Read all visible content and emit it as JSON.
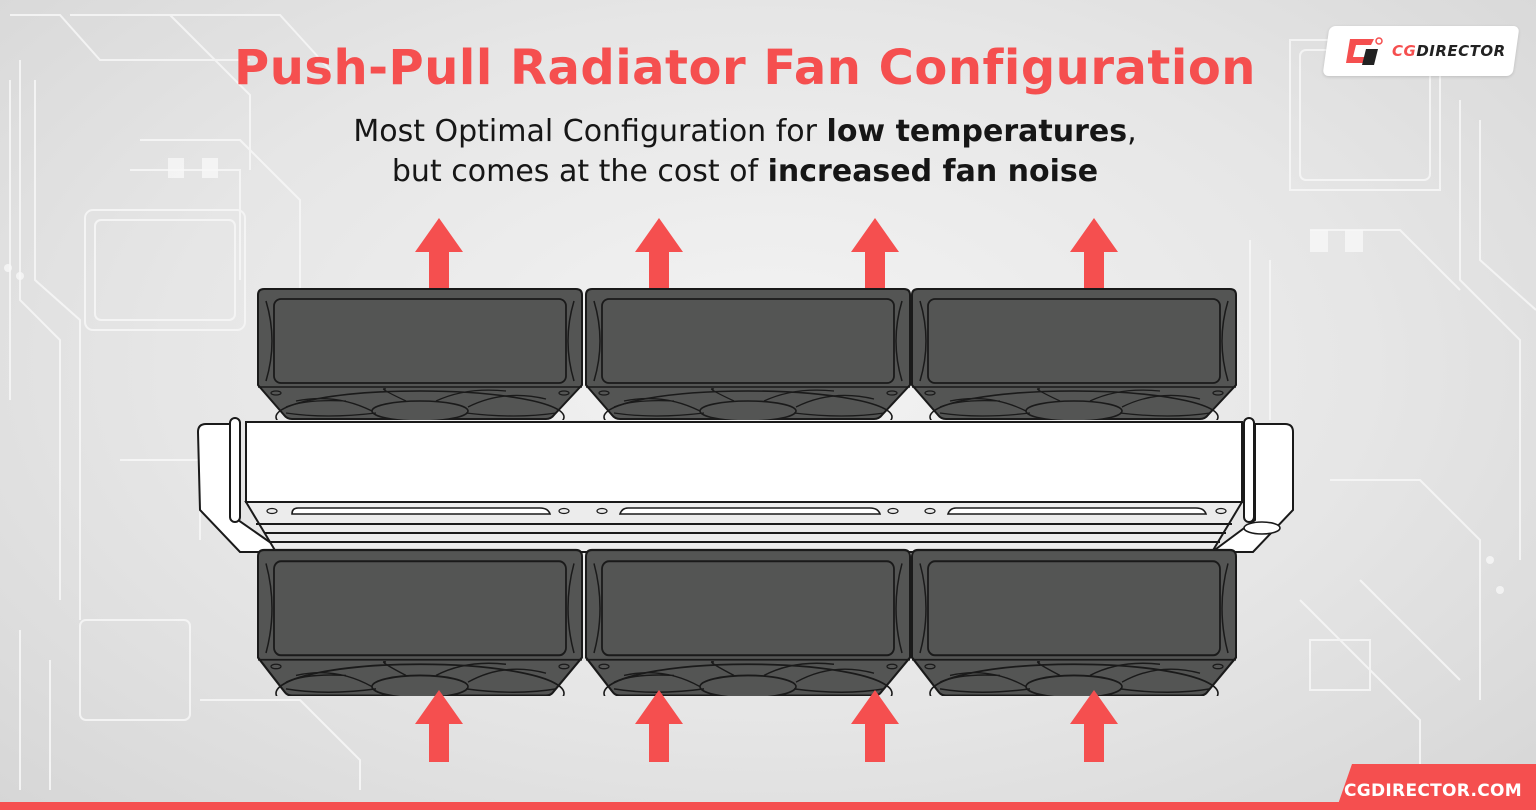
{
  "header": {
    "title": "Push-Pull Radiator Fan Configuration",
    "subtitle_line1_regular": "Most Optimal Configuration for ",
    "subtitle_line1_bold": "low temperatures",
    "subtitle_line1_end": ",",
    "subtitle_line2_regular": "but comes at the cost of ",
    "subtitle_line2_bold": "increased fan noise"
  },
  "brand": {
    "logo_text_prefix": "CG",
    "logo_text_suffix": "DIRECTOR",
    "logo_icon": "cgdirector-logo-icon",
    "footer_url": "CGDIRECTOR.COM",
    "accent_color": "#f54f4f"
  },
  "diagram": {
    "components": {
      "top_fans": {
        "label": "push fans",
        "count": 3,
        "airflow": "up",
        "icon": "arrow-up-icon"
      },
      "radiator": {
        "label": "radiator",
        "color": "#ffffff"
      },
      "bottom_fans": {
        "label": "pull fans",
        "count": 3,
        "airflow": "up",
        "icon": "arrow-up-icon"
      }
    },
    "colors": {
      "fan_body": "#545554",
      "outline": "#1a1a1a",
      "arrow": "#f54f4f",
      "radiator_body": "#ffffff",
      "radiator_fins": "#e8e8e8"
    },
    "top_arrows_x": [
      439,
      659,
      875,
      1094
    ],
    "bottom_arrows_x": [
      439,
      659,
      875,
      1094
    ]
  }
}
